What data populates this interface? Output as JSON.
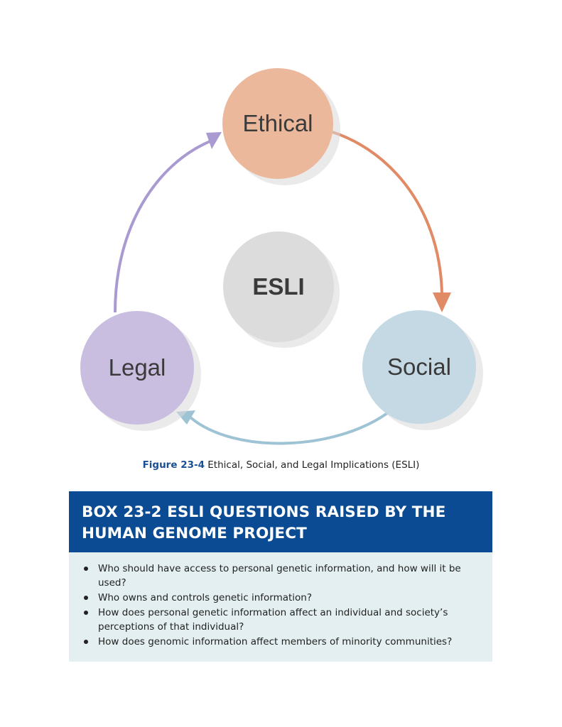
{
  "diagram": {
    "center_label": "ESLI",
    "nodes": [
      {
        "key": "ethical",
        "label": "Ethical",
        "fill": "#ecb89c"
      },
      {
        "key": "social",
        "label": "Social",
        "fill": "#c4d9e4"
      },
      {
        "key": "legal",
        "label": "Legal",
        "fill": "#c9bde0"
      }
    ],
    "center_fill": "#dcdcdc",
    "arrow_colors": {
      "ethical_to_social": "#e08a66",
      "social_to_legal": "#9ec3d4",
      "legal_to_ethical": "#a99bd2"
    }
  },
  "caption": {
    "label": "Figure 23-4",
    "text": "Ethical, Social, and Legal Implications (ESLI)"
  },
  "box": {
    "title": "BOX 23-2 ESLI QUESTIONS RAISED BY THE\nHUMAN GENOME PROJECT",
    "header_color": "#0a4b93",
    "body_color": "#e3eff0",
    "items": [
      "Who should have access to personal genetic information, and how will it be used?",
      "Who owns and controls genetic information?",
      "How does personal genetic information affect an individual and society’s perceptions of that individual?",
      "How does genomic information affect members of minority communities?"
    ]
  }
}
